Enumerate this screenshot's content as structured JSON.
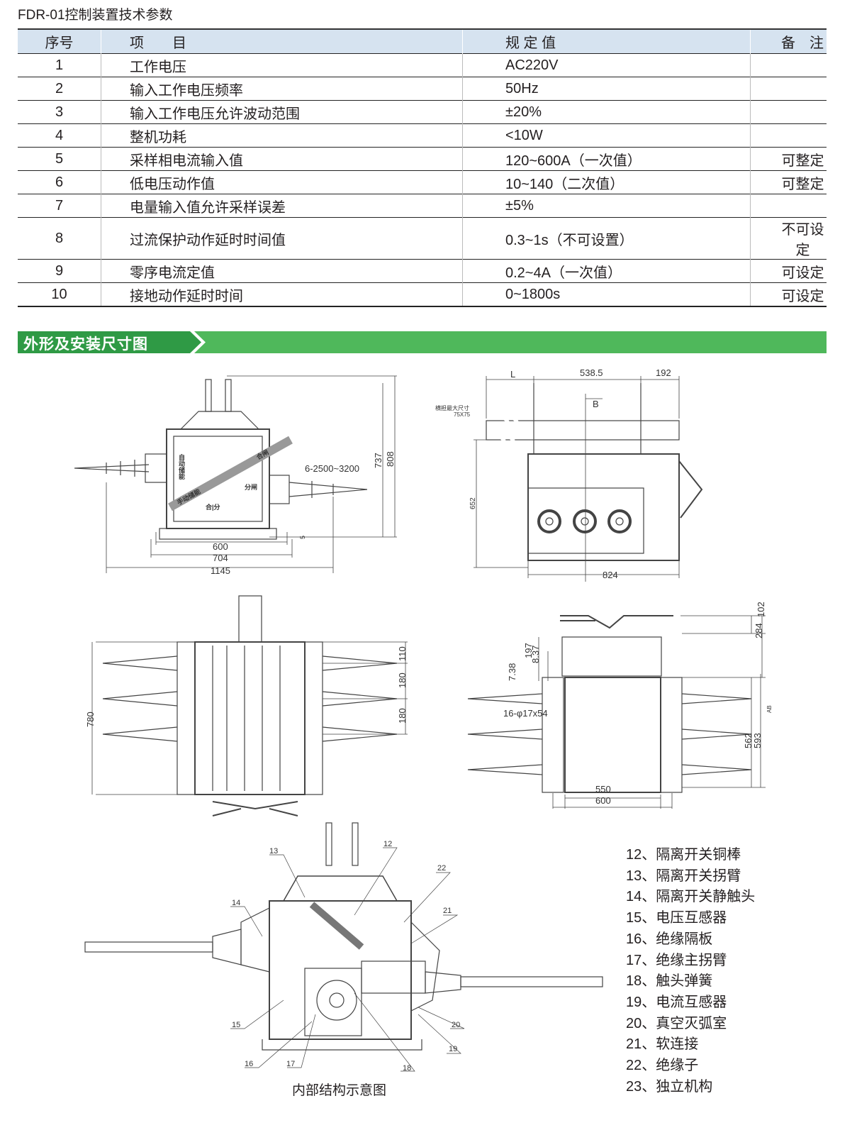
{
  "title": "FDR-01控制装置技术参数",
  "table": {
    "headers": [
      "序号",
      "项　　目",
      "规 定 值",
      "备　注"
    ],
    "rows": [
      [
        "1",
        "工作电压",
        "AC220V",
        ""
      ],
      [
        "2",
        "输入工作电压频率",
        "50Hz",
        ""
      ],
      [
        "3",
        "输入工作电压允许波动范围",
        "±20%",
        ""
      ],
      [
        "4",
        "整机功耗",
        "<10W",
        ""
      ],
      [
        "5",
        "采样相电流输入值",
        "120~600A（一次值）",
        "可整定"
      ],
      [
        "6",
        "低电压动作值",
        "10~140（二次值）",
        "可整定"
      ],
      [
        "7",
        "电量输入值允许采样误差",
        "±5%",
        ""
      ],
      [
        "8",
        "过流保护动作延时时间值",
        "0.3~1s（不可设置）",
        "不可设定"
      ],
      [
        "9",
        "零序电流定值",
        "0.2~4A（一次值）",
        "可设定"
      ],
      [
        "10",
        "接地动作延时时间",
        "0~1800s",
        "可设定"
      ]
    ]
  },
  "section_title": "外形及安装尺寸图",
  "colors": {
    "section_bar": "#4fb85b",
    "section_tab": "#2f9a45",
    "table_header": "#d6e3f0"
  },
  "front_view": {
    "dims": {
      "d600": "600",
      "d704": "704",
      "d1145": "1145",
      "d737": "737",
      "d808": "808",
      "d5": "5",
      "span": "6-2500~3200"
    },
    "panel_labels": {
      "auto": "自动储能",
      "manual": "手动储能",
      "close": "合闸",
      "open": "分闸",
      "hz": "合|分"
    }
  },
  "side_view": {
    "dims": {
      "L": "L",
      "d538": "538.5",
      "d192": "192",
      "d652": "652",
      "d824": "824",
      "B": "B"
    },
    "crossarm_note": "横担最大尺寸",
    "crossarm_size": "75X75"
  },
  "top_view": {
    "dims": {
      "d110": "110",
      "d180a": "180",
      "d180b": "180",
      "d780": "780"
    }
  },
  "bottom_view": {
    "dims": {
      "d102": "102",
      "d284": "284",
      "d197": "197",
      "d837": "8.37",
      "d738": "7.38",
      "holes": "16-φ17x54",
      "d562": "562",
      "d593": "593",
      "AB": "AB",
      "d550": "550",
      "d600": "600"
    }
  },
  "internal": {
    "callouts": [
      "12",
      "13",
      "14",
      "15",
      "16",
      "17",
      "18",
      "19",
      "20",
      "21",
      "22"
    ],
    "caption": "内部结构示意图"
  },
  "legend": [
    "12、隔离开关铜棒",
    "13、隔离开关拐臂",
    "14、隔离开关静触头",
    "15、电压互感器",
    "16、绝缘隔板",
    "17、绝缘主拐臂",
    "18、触头弹簧",
    "19、电流互感器",
    "20、真空灭弧室",
    "21、软连接",
    "22、绝缘子",
    "23、独立机构"
  ]
}
